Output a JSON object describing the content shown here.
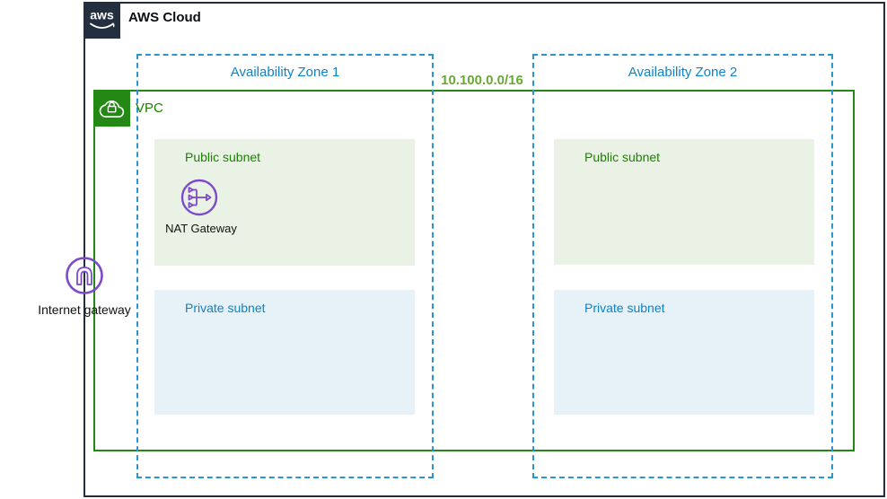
{
  "diagram_type": "aws-architecture-diagram",
  "colors": {
    "aws_navy": "#232F3E",
    "vpc_green": "#248814",
    "green_text": "#1D8102",
    "cidr_green": "#69A832",
    "az_blue_dash": "#2896D3",
    "blue_text": "#0E82C8",
    "purple_icon": "#7B4BC9",
    "public_subnet_bg": "#E9F2E4",
    "private_subnet_bg": "#E6F2F8"
  },
  "aws_cloud": {
    "logo_text": "aws",
    "label": "AWS Cloud",
    "logo_icon": "aws-smile-logo-icon"
  },
  "vpc": {
    "label": "VPC",
    "cidr": "10.100.0.0/16",
    "icon": "vpc-cloud-lock-icon"
  },
  "availability_zones": [
    {
      "label": "Availability Zone 1",
      "subnets": [
        {
          "type": "public",
          "label": "Public subnet"
        },
        {
          "type": "private",
          "label": "Private subnet"
        }
      ]
    },
    {
      "label": "Availability Zone 2",
      "subnets": [
        {
          "type": "public",
          "label": "Public subnet"
        },
        {
          "type": "private",
          "label": "Private subnet"
        }
      ]
    }
  ],
  "nat_gateway": {
    "label": "NAT Gateway",
    "icon": "nat-gateway-icon",
    "location": "Availability Zone 1 public subnet"
  },
  "internet_gateway": {
    "label": "Internet gateway",
    "icon": "internet-gateway-icon"
  }
}
